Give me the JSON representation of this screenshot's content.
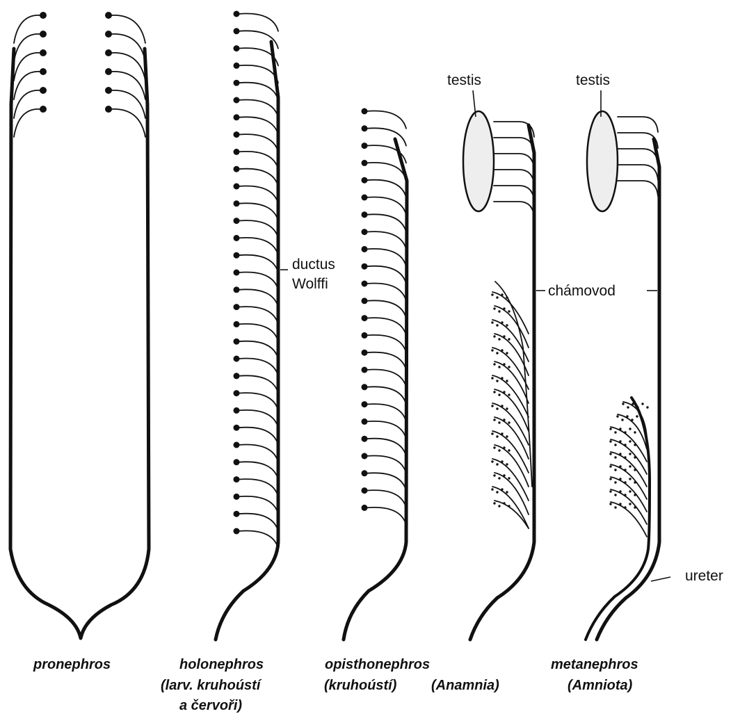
{
  "labels": {
    "testis_1": "testis",
    "testis_2": "testis",
    "ductus_line1": "ductus",
    "ductus_line2": "Wolffi",
    "chamovod": "chámovod",
    "ureter": "ureter"
  },
  "captions": {
    "pronephros": "pronephros",
    "holonephros": "holonephros",
    "holonephros_sub1": "(larv. kruhoústí",
    "holonephros_sub2": "a červoři)",
    "opisthonephros": "opisthonephros",
    "opisthonephros_sub1": "(kruhoústí)",
    "opisthonephros_sub2": "(Anamnia)",
    "metanephros": "metanephros",
    "metanephros_sub": "(Amniota)"
  }
}
